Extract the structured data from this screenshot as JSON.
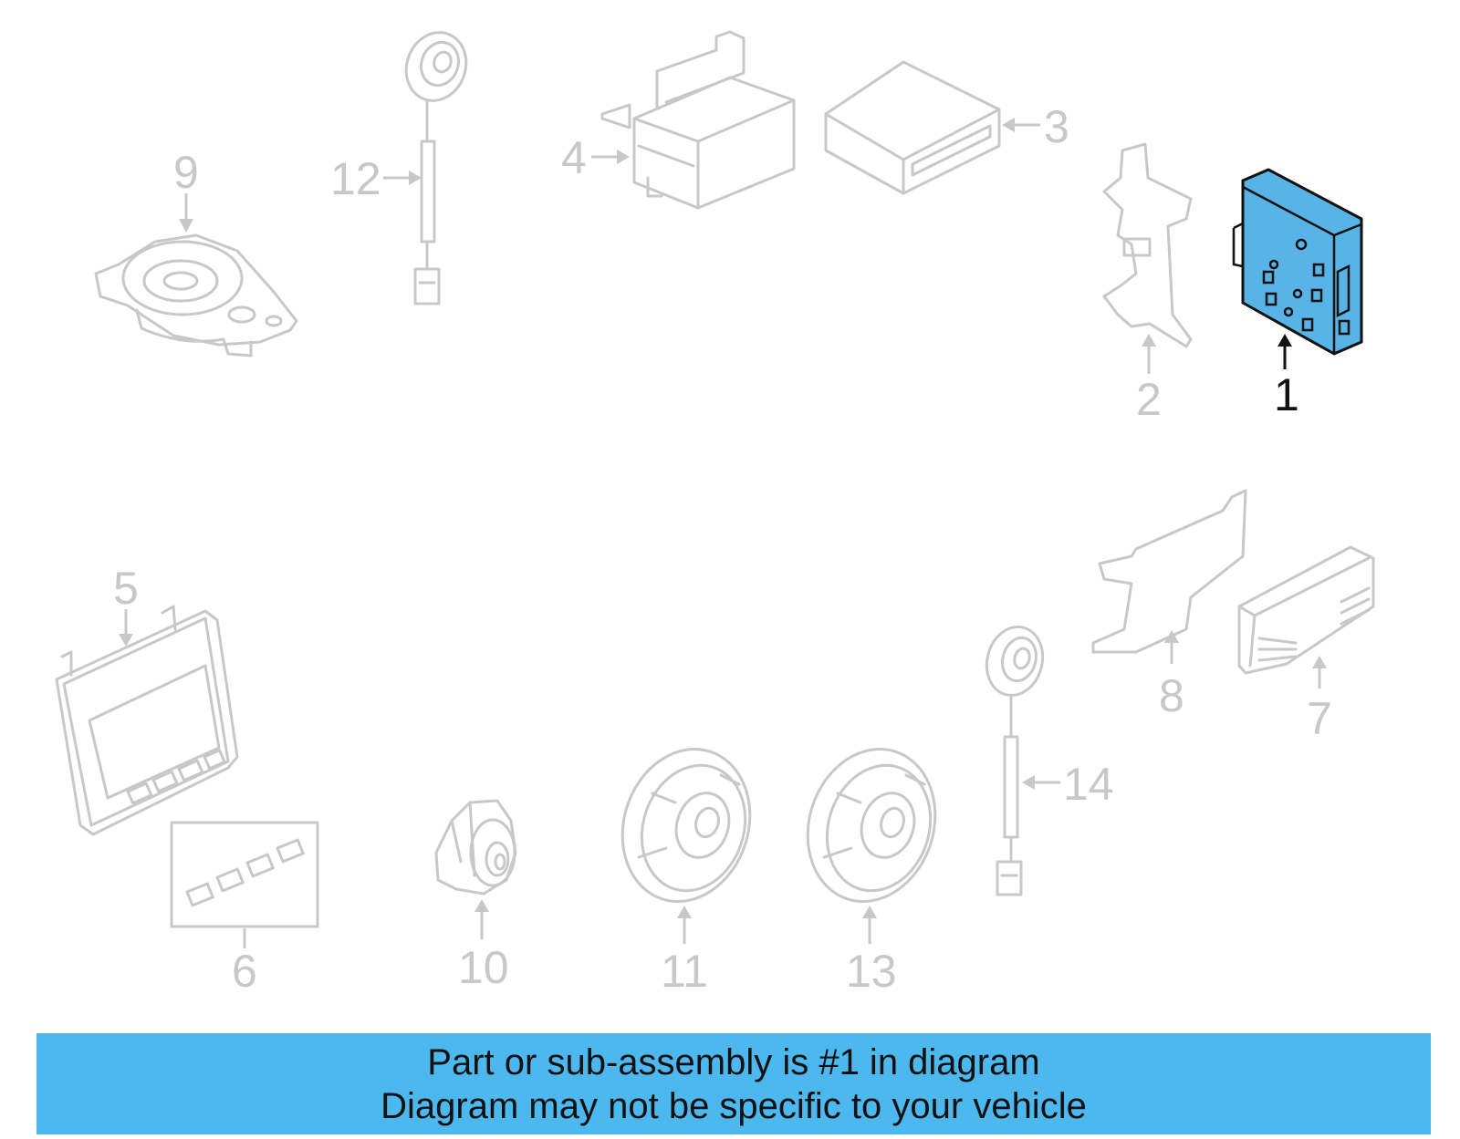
{
  "callouts": [
    {
      "id": "1",
      "label": "1",
      "highlighted": true
    },
    {
      "id": "2",
      "label": "2"
    },
    {
      "id": "3",
      "label": "3"
    },
    {
      "id": "4",
      "label": "4"
    },
    {
      "id": "5",
      "label": "5"
    },
    {
      "id": "6",
      "label": "6"
    },
    {
      "id": "7",
      "label": "7"
    },
    {
      "id": "8",
      "label": "8"
    },
    {
      "id": "9",
      "label": "9"
    },
    {
      "id": "10",
      "label": "10"
    },
    {
      "id": "11",
      "label": "11"
    },
    {
      "id": "12",
      "label": "12"
    },
    {
      "id": "13",
      "label": "13"
    },
    {
      "id": "14",
      "label": "14"
    }
  ],
  "banner": {
    "line1": "Part or sub-assembly is #1 in diagram",
    "line2": "Diagram may not be specific to your vehicle"
  },
  "colors": {
    "highlight": "#58b4e6",
    "banner": "#4db8ee",
    "parts_outline": "#c8c8c8",
    "text_dark": "#111111"
  }
}
